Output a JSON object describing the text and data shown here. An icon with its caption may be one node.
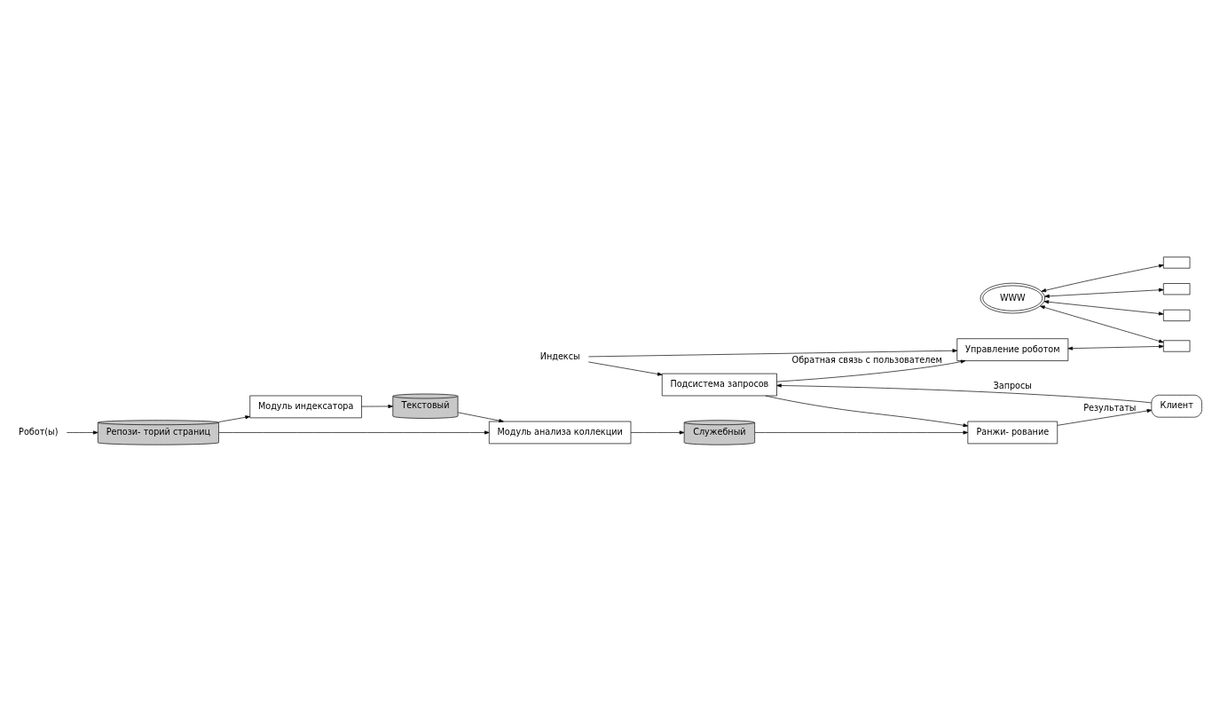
{
  "diagram": {
    "nodes": [
      {
        "text": [
          "WWW"
        ]
      },
      {
        "text": [
          "Робот(ы)"
        ]
      },
      {
        "text": [],
        "shape": "box"
      },
      {
        "text": [],
        "shape": "box"
      },
      {
        "text": [],
        "shape": "box"
      },
      {
        "text": [],
        "shape": "box"
      },
      {
        "text": [
          "Репози- торий страниц"
        ]
      },
      {
        "text": [
          "Модуль индексатора"
        ]
      },
      {
        "text": [
          "Модуль анализа коллекции"
        ]
      },
      {
        "text": [
          "Текстовый"
        ]
      },
      {
        "text": [
          "Служебный"
        ]
      },
      {
        "text": [
          "Индексы"
        ]
      },
      {
        "text": [
          "Управление роботом"
        ]
      },
      {
        "text": [
          "Клиент"
        ]
      },
      {
        "text": [
          "Подсистема запросов"
        ]
      },
      {
        "text": [
          "Ранжи- рование"
        ]
      }
    ],
    "edges": [
      {
        "from": 0,
        "to": 2,
        "arrow": "both"
      },
      {
        "from": 0,
        "to": 3,
        "arrow": "both"
      },
      {
        "from": 0,
        "to": 4,
        "arrow": "both"
      },
      {
        "from": 0,
        "to": 5,
        "arrow": "both"
      },
      {
        "from": 1,
        "to": 6,
        "arrow": "to"
      },
      {
        "from": 6,
        "to": 7,
        "arrow": "to"
      },
      {
        "from": 6,
        "to": 8,
        "arrow": "to"
      },
      {
        "from": 7,
        "to": 9,
        "arrow": "to"
      },
      {
        "from": 9,
        "to": 8,
        "arrow": "to"
      },
      {
        "from": 8,
        "to": 10,
        "arrow": "to"
      },
      {
        "from": 12,
        "to": 5,
        "arrow": "both"
      },
      {
        "from": 11,
        "to": 12,
        "arrow": "to"
      },
      {
        "from": 11,
        "to": 14,
        "arrow": "to"
      },
      {
        "from": 14,
        "to": 12,
        "arrow": "to",
        "label": "Обратная связь с пользователем"
      },
      {
        "from": 13,
        "to": 14,
        "arrow": "to",
        "label": "Запросы"
      },
      {
        "from": 15,
        "to": 13,
        "arrow": "to",
        "label": "Результаты"
      },
      {
        "from": 14,
        "to": 15,
        "arrow": "to"
      },
      {
        "from": 10,
        "to": 15,
        "arrow": "to"
      }
    ]
  }
}
